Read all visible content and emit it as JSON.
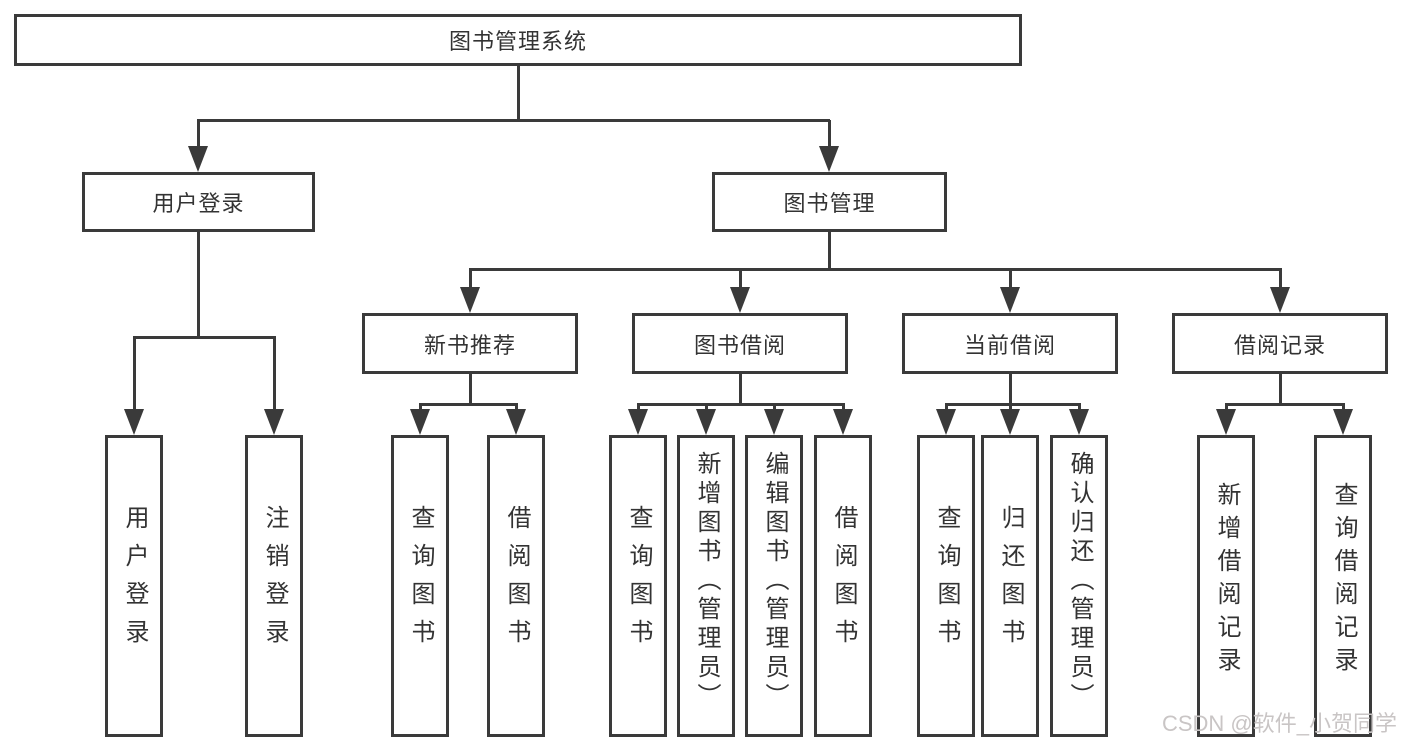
{
  "tree": {
    "label": "图书管理系统",
    "children": [
      {
        "label": "用户登录",
        "children": [
          {
            "label": "用户登录"
          },
          {
            "label": "注销登录"
          }
        ]
      },
      {
        "label": "图书管理",
        "children": [
          {
            "label": "新书推荐",
            "children": [
              {
                "label": "查询图书"
              },
              {
                "label": "借阅图书"
              }
            ]
          },
          {
            "label": "图书借阅",
            "children": [
              {
                "label": "查询图书"
              },
              {
                "label": "新增图书（管理员）"
              },
              {
                "label": "编辑图书（管理员）"
              },
              {
                "label": "借阅图书"
              }
            ]
          },
          {
            "label": "当前借阅",
            "children": [
              {
                "label": "查询图书"
              },
              {
                "label": "归还图书"
              },
              {
                "label": "确认归还（管理员）"
              }
            ]
          },
          {
            "label": "借阅记录",
            "children": [
              {
                "label": "新增借阅记录"
              },
              {
                "label": "查询借阅记录"
              }
            ]
          }
        ]
      }
    ]
  },
  "watermark": {
    "text": "CSDN @软件_小贺同学"
  },
  "colors": {
    "line": "#3a3a3a",
    "text": "#333333",
    "watermark": "#c9c5c5",
    "background": "#ffffff"
  }
}
